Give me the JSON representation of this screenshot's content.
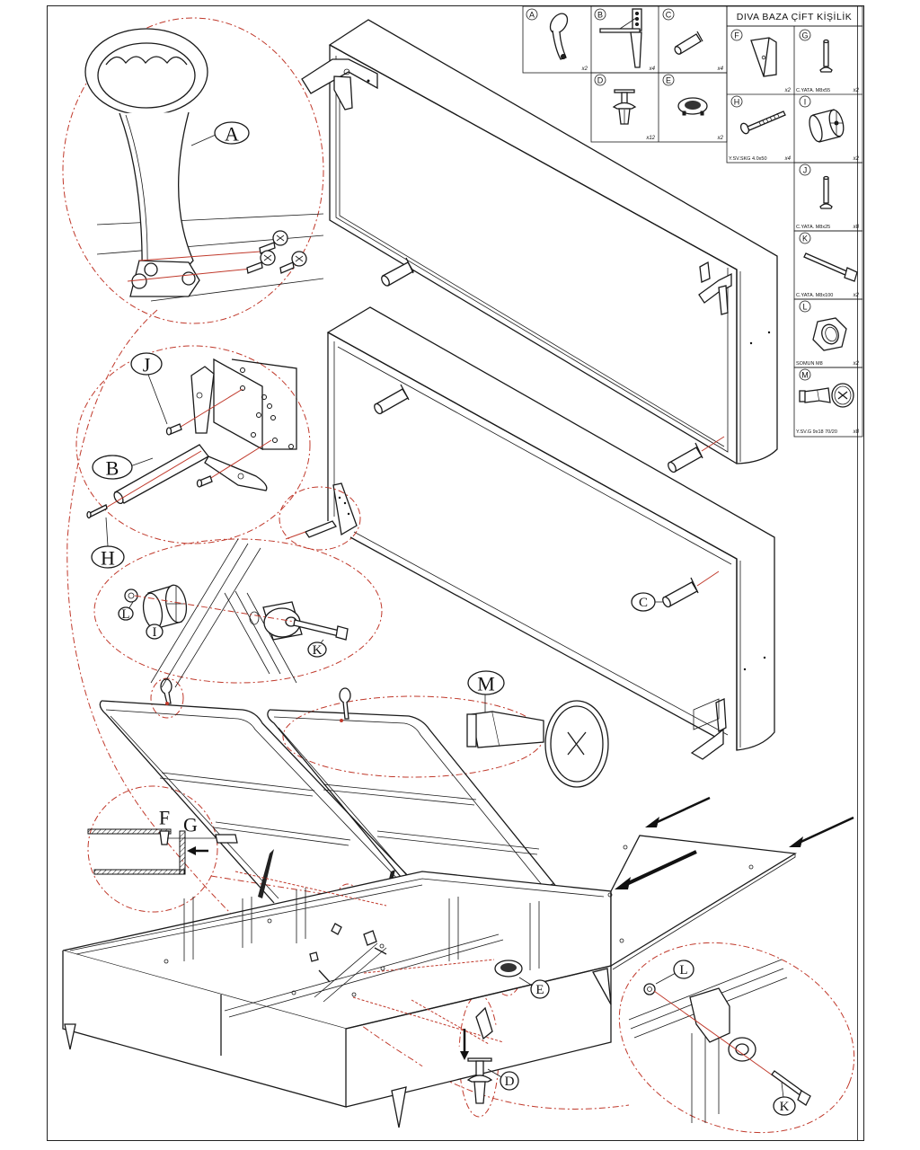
{
  "sheet": {
    "title": "DIVA BAZA ÇİFT KİŞİLİK"
  },
  "parts_table": [
    {
      "letter": "A",
      "name": "lift handle",
      "code": "",
      "qty": "x2"
    },
    {
      "letter": "B",
      "name": "leg with corner bracket",
      "code": "",
      "qty": "x4"
    },
    {
      "letter": "C",
      "name": "connector dowel",
      "code": "",
      "qty": "x4"
    },
    {
      "letter": "D",
      "name": "push rivet clip",
      "code": "",
      "qty": "x12"
    },
    {
      "letter": "E",
      "name": "air vent grille",
      "code": "",
      "qty": "x2"
    },
    {
      "letter": "F",
      "name": "wedge block",
      "code": "",
      "qty": "x2"
    },
    {
      "letter": "G",
      "name": "bolt",
      "code": "C.YATA. M8x55",
      "qty": "x2"
    },
    {
      "letter": "H",
      "name": "wood screw",
      "code": "Y.SV.SKG 4.0x50",
      "qty": "x4"
    },
    {
      "letter": "I",
      "name": "cylindrical spacer",
      "code": "",
      "qty": "x2"
    },
    {
      "letter": "J",
      "name": "bolt",
      "code": "C.YATA. M8x25",
      "qty": "x8"
    },
    {
      "letter": "K",
      "name": "long bolt",
      "code": "C.YATA. M8x100",
      "qty": "x2"
    },
    {
      "letter": "L",
      "name": "hex nut",
      "code": "SOMUN M8",
      "qty": "x2"
    },
    {
      "letter": "M",
      "name": "panel screw",
      "code": "Y.SV.G 9x18 70/20",
      "qty": "x8"
    }
  ],
  "callouts": {
    "A": "A",
    "B": "B",
    "C": "C",
    "D": "D",
    "E": "E",
    "F": "F",
    "G": "G",
    "H": "H",
    "I": "I",
    "J": "J",
    "K": "K",
    "L": "L",
    "M": "M"
  },
  "colors": {
    "detail_circle": "#c0392b",
    "line": "#1a1a1a",
    "background": "#ffffff"
  }
}
